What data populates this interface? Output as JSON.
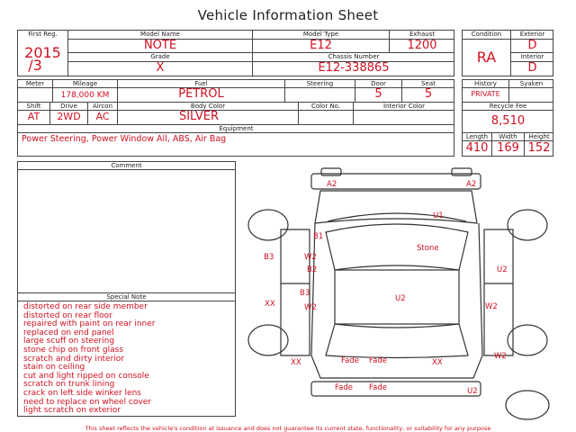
{
  "title": "Vehicle Information Sheet",
  "labels": {
    "first_reg": "First Reg.",
    "model_name": "Model Name",
    "model_type": "Model Type",
    "exhaust": "Exhaust",
    "grade": "Grade",
    "chassis_number": "Chassis Number",
    "condition": "Condition",
    "exterior": "Exterior",
    "interior": "Interior",
    "meter": "Meter",
    "mileage": "Mileage",
    "fuel": "Fuel",
    "steering": "Steering",
    "door": "Door",
    "seat": "Seat",
    "history": "History",
    "syaken": "Syaken",
    "shift": "Shift",
    "drive": "Drive",
    "aircon": "Aircon",
    "body_color": "Body Color",
    "color_no": "Color No.",
    "interior_color": "Interior Color",
    "recycle_fee": "Recycle Fee",
    "equipment": "Equipment",
    "length": "Length",
    "width": "Width",
    "height": "Height",
    "comment": "Comment",
    "special_note": "Special Note"
  },
  "values": {
    "first_reg_year": "2015",
    "first_reg_month": "/3",
    "model_name": "NOTE",
    "model_type": "E12",
    "exhaust": "1200",
    "grade": "X",
    "chassis_number": "E12-338865",
    "condition": "RA",
    "exterior": "D",
    "interior": "D",
    "meter": "",
    "mileage": "178,000 KM",
    "fuel": "PETROL",
    "steering": "",
    "door": "5",
    "seat": "5",
    "history": "PRIVATE",
    "syaken": "",
    "shift": "AT",
    "drive": "2WD",
    "aircon": "AC",
    "body_color": "SILVER",
    "color_no": "",
    "interior_color": "",
    "recycle_fee": "8,510",
    "equipment": "Power Steering, Power Window  All, ABS, Air Bag",
    "length": "410",
    "width": "169",
    "height": "152",
    "comment": ""
  },
  "special_notes": [
    "distorted on rear side member",
    "distorted on rear floor",
    "repaired with paint on rear inner",
    "replaced on end panel",
    "large scuff on steering",
    "stone chip on front glass",
    "scratch and dirty interior",
    "stain on ceiling",
    "cut and light ripped on console",
    "scratch on trunk lining",
    "crack on left side winker lens",
    "need to replace on wheel cover",
    "light scratch on exterior"
  ],
  "damage_marks": {
    "a2_front_left": "A2",
    "a2_front_right": "A2",
    "u1_bonnet": "U1",
    "stone": "Stone",
    "b1": "B1",
    "b3_left_fender": "B3",
    "w2_a": "W2",
    "b2": "B2",
    "u2_right_fender": "U2",
    "b3_door": "B3",
    "xx_left": "XX",
    "w2_b": "W2",
    "u2_roof": "U2",
    "w2_right": "W2",
    "xx_rear_left": "XX",
    "fade_1": "Fade",
    "fade_2": "Fade",
    "xx_rear_center": "XX",
    "w2_rear_right": "W2",
    "fade_3": "Fade",
    "fade_4": "Fade",
    "u2_rear_bumper": "U2"
  },
  "footer": "This sheet reflects the vehicle's condition at issuance and does not guarantee its current state, functionality, or suitability for any purpose"
}
